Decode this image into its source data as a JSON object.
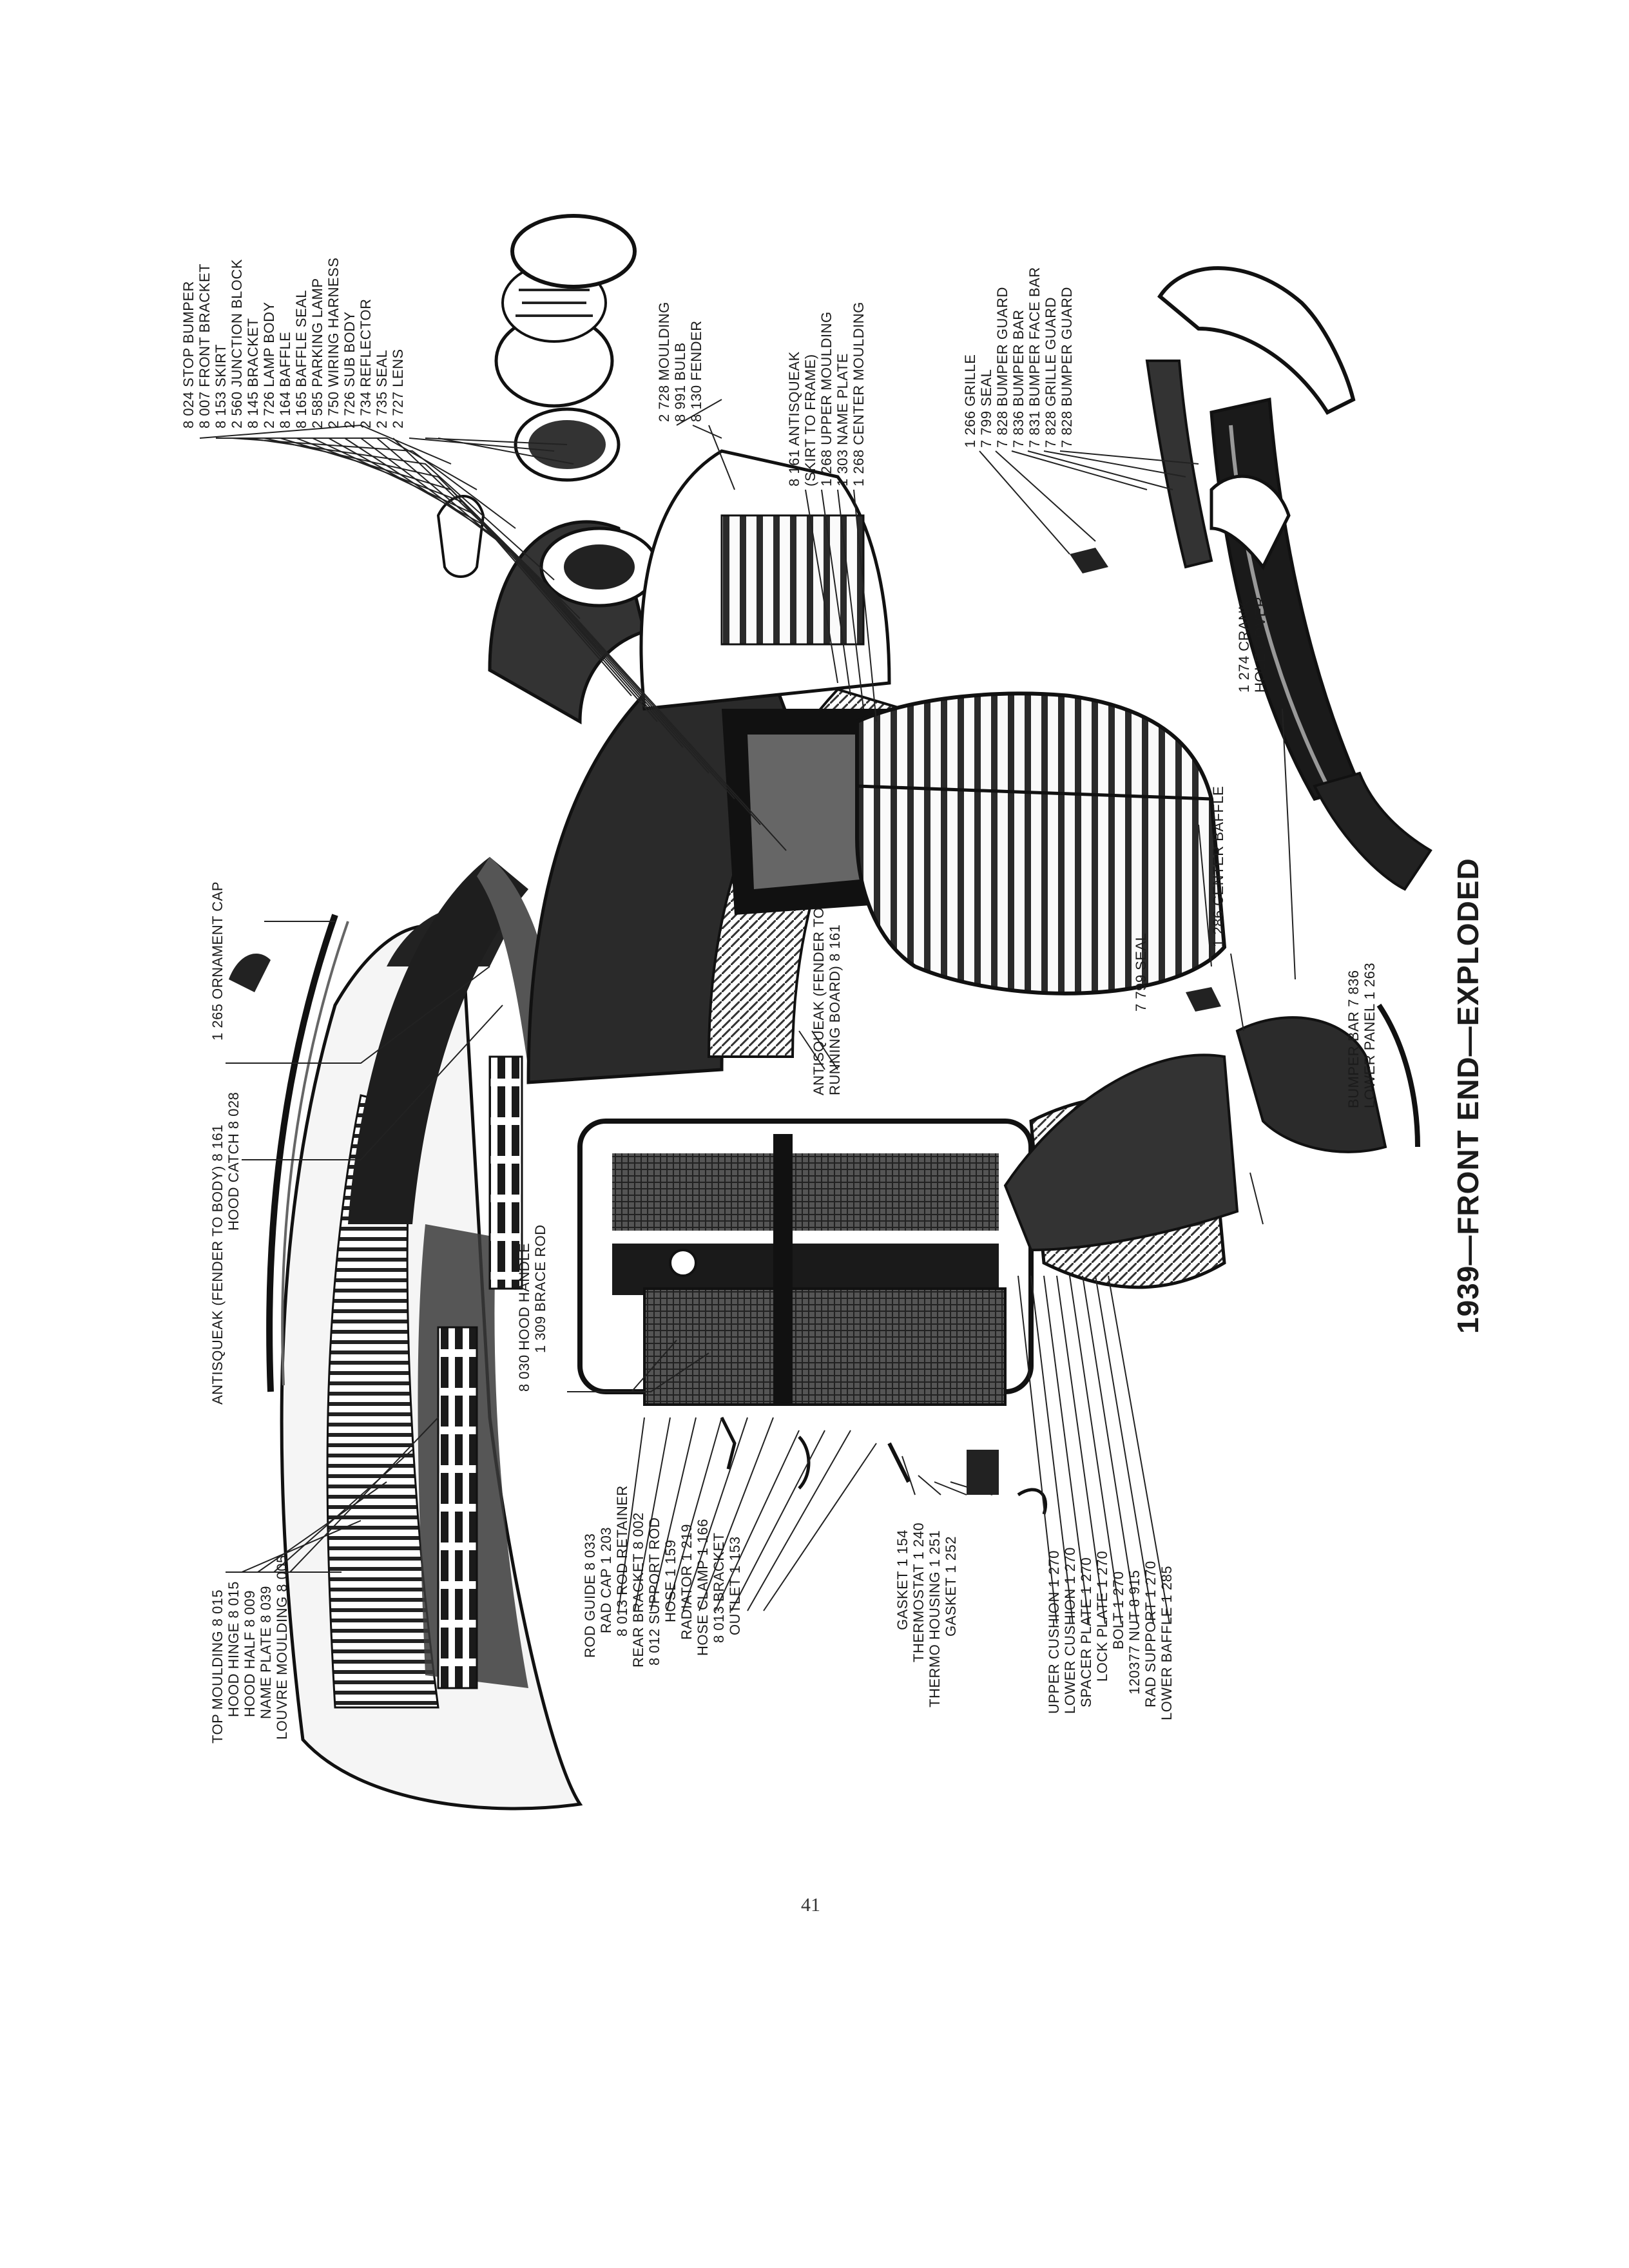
{
  "title": "1939—FRONT END—EXPLODED",
  "page_number": "41",
  "labels": {
    "top_moulding": "TOP MOULDING 8 015",
    "hood_hinge": "HOOD HINGE 8 015",
    "hood_half": "HOOD HALF 8 009",
    "name_plate_left": "NAME PLATE 8 039",
    "louvre_moulding": "LOUVRE MOULDING 8 005",
    "antisqueak_fender_body": "ANTISQUEAK (FENDER TO BODY) 8 161",
    "hood_catch": "HOOD CATCH 8 028",
    "ornament_cap": "1 265 ORNAMENT CAP",
    "hood_handle": "8 030 HOOD HANDLE",
    "brace_rod": "1 309 BRACE ROD",
    "rod_guide": "ROD GUIDE 8 033",
    "rad_cap": "RAD CAP 1 203",
    "rod_retainer": "8 013 ROD RETAINER",
    "rear_bracket": "REAR BRACKET 8 002",
    "support_rod": "8 012 SUPPORT ROD",
    "hose": "HOSE 1 159",
    "radiator": "RADIATOR 1 219",
    "hose_clamp": "HOSE CLAMP 1 166",
    "bracket_8013": "8 013 BRACKET",
    "outlet": "OUTLET 1 153",
    "gasket_1": "GASKET 1 154",
    "thermostat": "THERMOSTAT 1 240",
    "thermo_housing": "THERMO HOUSING 1 251",
    "gasket_2": "GASKET 1 252",
    "upper_cushion": "UPPER CUSHION 1 270",
    "lower_cushion": "LOWER CUSHION 1 270",
    "spacer_plate": "SPACER PLATE 1 270",
    "lock_plate": "LOCK PLATE 1 270",
    "bolt": "BOLT 1 270",
    "nut": "120377 NUT 8 915",
    "rad_support": "RAD SUPPORT 1 270",
    "lower_baffle": "LOWER BAFFLE 1 285",
    "antisqueak_running_board_1": "ANTISQUEAK (FENDER TO",
    "antisqueak_running_board_2": "RUNNING BOARD) 8 161",
    "seal_7799": "7 799 SEAL",
    "center_baffle": "1 286 CENTER BAFFLE",
    "bumper_bar_bottom": "BUMPER BAR 7 836",
    "lower_panel": "LOWER PANEL 1 263",
    "crank_1": "1 274 CRANK",
    "crank_2": "HOLE COVER",
    "stop_bumper": "8 024 STOP BUMPER",
    "front_bracket": "8 007 FRONT BRACKET",
    "skirt": "8 153 SKIRT",
    "junction_block": "2 560 JUNCTION BLOCK",
    "bracket_8145": "8 145 BRACKET",
    "lamp_body": "2 726 LAMP BODY",
    "baffle": "8 164 BAFFLE",
    "baffle_seal": "8 165 BAFFLE SEAL",
    "parking_lamp": "2 585 PARKING LAMP",
    "wiring_harness": "2 750 WIRING HARNESS",
    "sub_body": "2 726 SUB BODY",
    "reflector": "2 734 REFLECTOR",
    "seal_2735": "2 735 SEAL",
    "lens": "2 727 LENS",
    "moulding_2728": "2 728 MOULDING",
    "bulb": "8 991 BULB",
    "fender": "8 130 FENDER",
    "antisqueak_skirt_1": "8 161 ANTISQUEAK",
    "antisqueak_skirt_2": "(SKIRT TO FRAME)",
    "upper_moulding": "1 268 UPPER MOULDING",
    "name_plate_right": "1 303 NAME PLATE",
    "center_moulding": "1 268 CENTER MOULDING",
    "grille": "1 266 GRILLE",
    "seal_7799_right": "7 799 SEAL",
    "bumper_guard_1": "7 828 BUMPER GUARD",
    "bumper_bar_right": "7 836 BUMPER BAR",
    "bumper_face_bar": "7 831 BUMPER FACE BAR",
    "grille_guard": "7 828 GRILLE GUARD",
    "bumper_guard_2": "7 828 BUMPER GUARD"
  }
}
